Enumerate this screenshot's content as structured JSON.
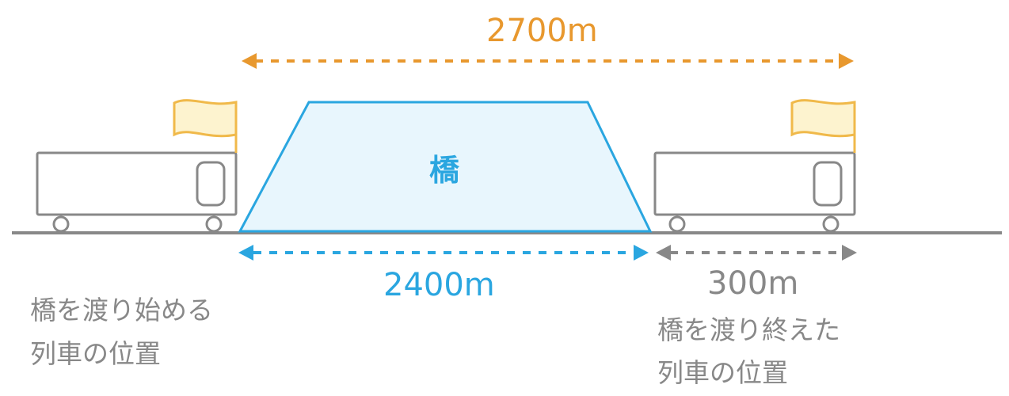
{
  "colors": {
    "total": "#e8982e",
    "bridge_stroke": "#2aa6e0",
    "bridge_fill": "#e8f6fd",
    "gray": "#888888",
    "flag_fill": "#fdf3cf",
    "flag_stroke": "#f0b94a"
  },
  "labels": {
    "total_distance": "2700m",
    "bridge_name": "橋",
    "bridge_length": "2400m",
    "train_length": "300m",
    "start_caption_line1": "橋を渡り始める",
    "start_caption_line2": "列車の位置",
    "end_caption_line1": "橋を渡り終えた",
    "end_caption_line2": "列車の位置"
  },
  "icons": {
    "flag": "flag-icon",
    "train": "train-car",
    "arrow": "double-arrow"
  }
}
